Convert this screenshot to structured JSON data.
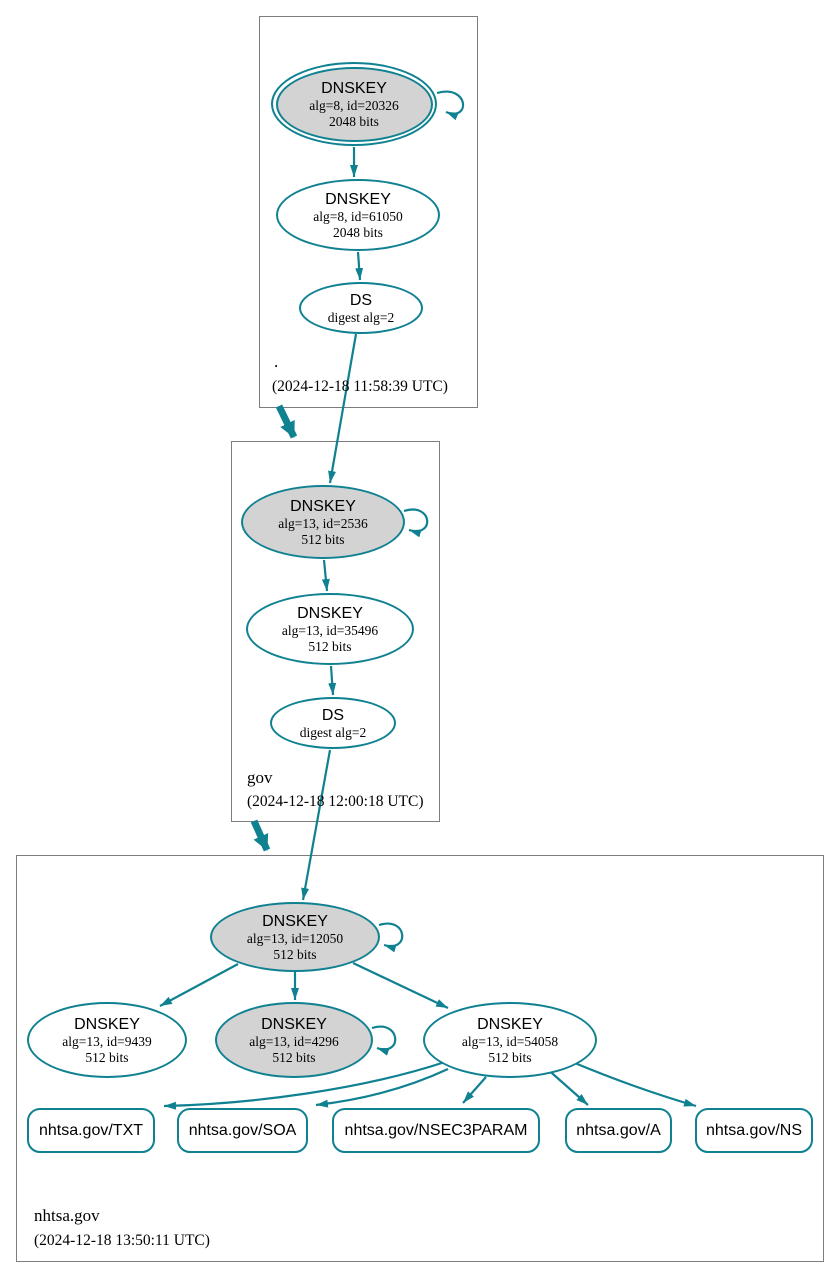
{
  "colors": {
    "edge": "#0f8191",
    "ksk_fill": "#d3d3d3",
    "node_fill": "#ffffff",
    "zone_border": "#7d7d7d",
    "text": "#000000"
  },
  "zones": {
    "root": {
      "label": ".",
      "timestamp": "(2024-12-18 11:58:39 UTC)",
      "ksk": {
        "title": "DNSKEY",
        "line1": "alg=8, id=20326",
        "line2": "2048 bits"
      },
      "zsk": {
        "title": "DNSKEY",
        "line1": "alg=8, id=61050",
        "line2": "2048 bits"
      },
      "ds": {
        "title": "DS",
        "line1": "digest alg=2"
      }
    },
    "gov": {
      "label": "gov",
      "timestamp": "(2024-12-18 12:00:18 UTC)",
      "ksk": {
        "title": "DNSKEY",
        "line1": "alg=13, id=2536",
        "line2": "512 bits"
      },
      "zsk": {
        "title": "DNSKEY",
        "line1": "alg=13, id=35496",
        "line2": "512 bits"
      },
      "ds": {
        "title": "DS",
        "line1": "digest alg=2"
      }
    },
    "nhtsa": {
      "label": "nhtsa.gov",
      "timestamp": "(2024-12-18 13:50:11 UTC)",
      "ksk": {
        "title": "DNSKEY",
        "line1": "alg=13, id=12050",
        "line2": "512 bits"
      },
      "key9439": {
        "title": "DNSKEY",
        "line1": "alg=13, id=9439",
        "line2": "512 bits"
      },
      "key4296": {
        "title": "DNSKEY",
        "line1": "alg=13, id=4296",
        "line2": "512 bits"
      },
      "key54058": {
        "title": "DNSKEY",
        "line1": "alg=13, id=54058",
        "line2": "512 bits"
      },
      "rrsets": {
        "txt": "nhtsa.gov/TXT",
        "soa": "nhtsa.gov/SOA",
        "nsec3param": "nhtsa.gov/NSEC3PARAM",
        "a": "nhtsa.gov/A",
        "ns": "nhtsa.gov/NS"
      }
    }
  }
}
